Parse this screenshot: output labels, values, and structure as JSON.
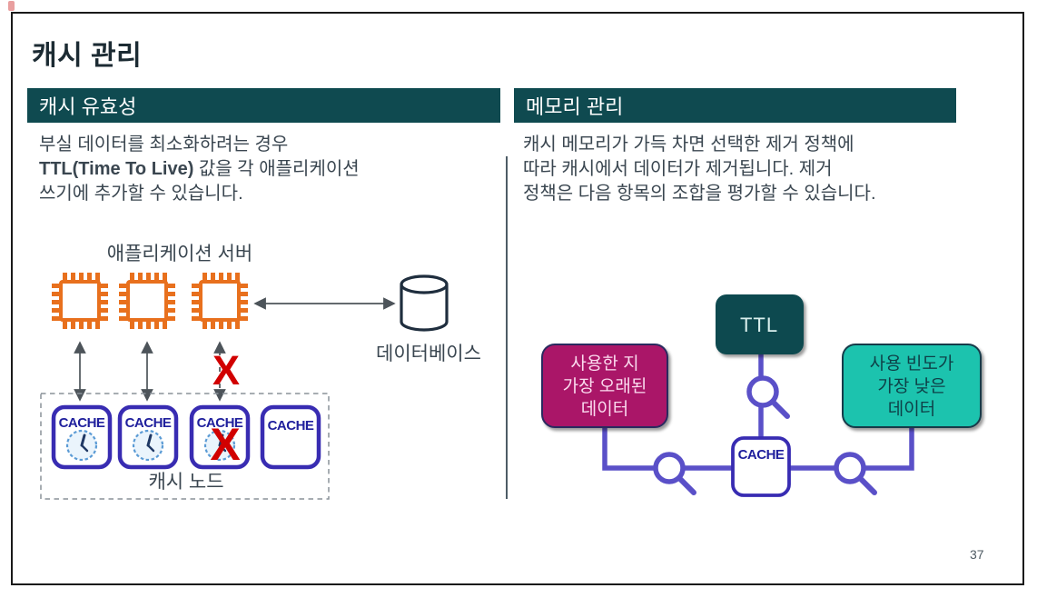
{
  "slide": {
    "title": "캐시 관리",
    "page_number": "37"
  },
  "left_section": {
    "header": "캐시 유효성",
    "body_line1": "부실 데이터를 최소화하려는 경우",
    "body_line2_bold": "TTL(Time To Live)",
    "body_line2_rest": " 값을 각 애플리케이션",
    "body_line3": "쓰기에 추가할 수 있습니다.",
    "diagram": {
      "servers_label": "애플리케이션 서버",
      "database_label": "데이터베이스",
      "cache_nodes_label": "캐시 노드",
      "cache_label": "CACHE",
      "x_mark": "X"
    }
  },
  "right_section": {
    "header": "메모리 관리",
    "body_line1": "캐시 메모리가 가득 차면 선택한 제거 정책에",
    "body_line2": "따라 캐시에서 데이터가 제거됩니다. 제거",
    "body_line3": "정책은 다음 항목의 조합을 평가할 수 있습니다.",
    "diagram": {
      "ttl_label": "TTL",
      "cache_label": "CACHE",
      "lru_lines": [
        "사용한 지",
        "가장 오래된",
        "데이터"
      ],
      "lfu_lines": [
        "사용 빈도가",
        "가장 낮은",
        "데이터"
      ]
    }
  },
  "colors": {
    "header_bg": "#0f4a50",
    "title_text": "#1c2b33",
    "body_text": "#3a4650",
    "chip_orange": "#e8701d",
    "database_navy": "#1f2e3e",
    "cache_border_blue": "#382cb2",
    "cache_text_blue": "#20209d",
    "clock_blue": "#5b9bd5",
    "error_red": "#d10000",
    "connector_purple": "#5a50c8",
    "ttl_bg": "#0f4a4f",
    "lru_magenta": "#aa1468",
    "lfu_teal": "#1fc3ae"
  }
}
